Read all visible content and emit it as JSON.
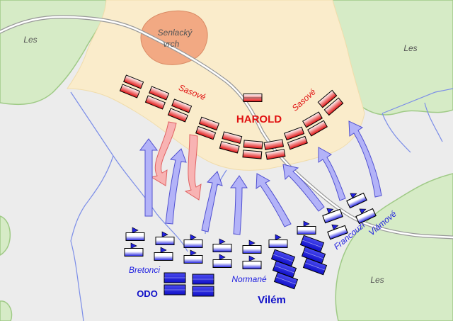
{
  "map": {
    "labels": {
      "hill": [
        "Senlacký",
        "vrch"
      ],
      "forest_top_left": "Les",
      "forest_top_right": "Les",
      "forest_bottom_right": "Les",
      "saxons_left": "Sasové",
      "saxons_right": "Sasové",
      "harold": "HAROLD",
      "bretons": "Bretonci",
      "normans": "Normané",
      "french": "Francouzi",
      "flemish": "Vlámové",
      "odo": "ODO",
      "william": "Vilém"
    },
    "colors": {
      "forest": "#d6ebc6",
      "forest_stroke": "#9fca86",
      "high_ground": "#faeccb",
      "hill": "#f2a983",
      "plain": "#ececec",
      "road": "#999999",
      "stream": "#7b8de8",
      "saxon": "#e01010",
      "norman": "#2020e0",
      "attack_arrow": "#b3b3f8",
      "retreat_arrow": "#f8b3b3"
    },
    "legend_icons": {
      "saxon_unit": "saxon-unit-icon",
      "norman_infantry": "norman-infantry-icon",
      "norman_cavalry": "norman-cavalry-icon",
      "norman_archer": "norman-archer-icon"
    }
  }
}
